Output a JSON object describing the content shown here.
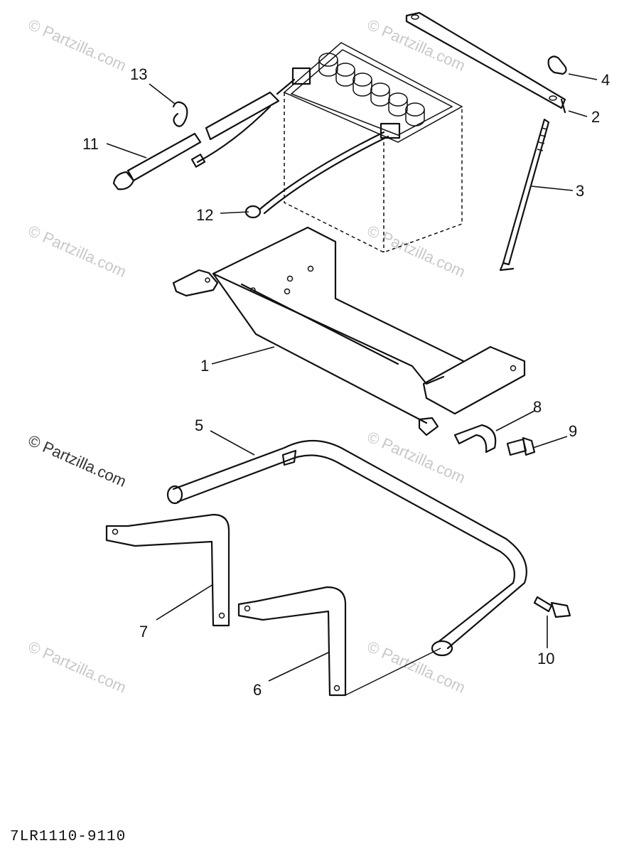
{
  "diagram": {
    "code": "7LR1110-9110",
    "callouts": [
      {
        "id": "1",
        "part": "battery-box"
      },
      {
        "id": "2",
        "part": "battery-band"
      },
      {
        "id": "3",
        "part": "battery-hold-rod"
      },
      {
        "id": "4",
        "part": "wing-nut"
      },
      {
        "id": "5",
        "part": "support-frame"
      },
      {
        "id": "6",
        "part": "stay-1"
      },
      {
        "id": "7",
        "part": "stay-2"
      },
      {
        "id": "8",
        "part": "clamp"
      },
      {
        "id": "9",
        "part": "bolt"
      },
      {
        "id": "10",
        "part": "flange-bolt"
      },
      {
        "id": "11",
        "part": "positive-cable"
      },
      {
        "id": "12",
        "part": "negative-cable"
      },
      {
        "id": "13",
        "part": "cable-clip"
      }
    ]
  },
  "watermarks": [
    "© Partzilla.com",
    "© Partzilla.com",
    "© Partzilla.com",
    "© Partzilla.com",
    "© Partzilla.com",
    "© Partzilla.com",
    "© Partzilla.com",
    "© Partzilla.com"
  ],
  "colors": {
    "line": "#111111",
    "watermark": "#c8c8c8",
    "background": "#ffffff"
  }
}
